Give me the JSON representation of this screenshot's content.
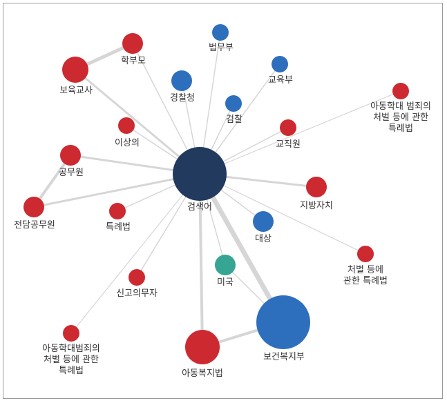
{
  "colors": {
    "center": "#213a5e",
    "red": "#cc2a30",
    "blue": "#2e6fbd",
    "teal": "#36a594",
    "edge": "#d6d6d6",
    "text": "#333333"
  },
  "nodes": [
    {
      "id": "center",
      "label": "검색어",
      "group": "center"
    },
    {
      "id": "hakbumo",
      "label": "학부모",
      "group": "red"
    },
    {
      "id": "boyuk",
      "label": "보육교사",
      "group": "red"
    },
    {
      "id": "beommu",
      "label": "법무부",
      "group": "blue"
    },
    {
      "id": "gyoyuk",
      "label": "교육부",
      "group": "blue"
    },
    {
      "id": "gyeongchal",
      "label": "경찰청",
      "group": "blue"
    },
    {
      "id": "geomchal",
      "label": "검찰",
      "group": "blue"
    },
    {
      "id": "adonghakdae1",
      "label": [
        "아동학대 범죄의",
        "처벌 등에 관한",
        "특례법"
      ],
      "group": "red"
    },
    {
      "id": "isangui",
      "label": "이상의",
      "group": "red"
    },
    {
      "id": "gyojik",
      "label": "교직원",
      "group": "red"
    },
    {
      "id": "gongmu",
      "label": "공무원",
      "group": "red"
    },
    {
      "id": "jeondam",
      "label": "전담공무원",
      "group": "red"
    },
    {
      "id": "teukrye",
      "label": "특례법",
      "group": "red"
    },
    {
      "id": "jibang",
      "label": "지방자치",
      "group": "red"
    },
    {
      "id": "daesang",
      "label": "대상",
      "group": "blue"
    },
    {
      "id": "cheobeol",
      "label": [
        "처벌 등에",
        "관한 특례법"
      ],
      "group": "red"
    },
    {
      "id": "miguk",
      "label": "미국",
      "group": "teal"
    },
    {
      "id": "singo",
      "label": "신고의무자",
      "group": "red"
    },
    {
      "id": "adonghakdae2",
      "label": [
        "아동학대범죄의",
        "처벌 등에 관한",
        "특례법"
      ],
      "group": "red"
    },
    {
      "id": "bokji",
      "label": "아동복지법",
      "group": "red"
    },
    {
      "id": "bogeon",
      "label": "보건복지부",
      "group": "blue"
    }
  ],
  "edges": [
    {
      "from": "center",
      "to": "hakbumo",
      "weight": 1.5
    },
    {
      "from": "center",
      "to": "boyuk",
      "weight": 3
    },
    {
      "from": "center",
      "to": "beommu",
      "weight": 1.5
    },
    {
      "from": "center",
      "to": "gyoyuk",
      "weight": 1.5
    },
    {
      "from": "center",
      "to": "gyeongchal",
      "weight": 1.5
    },
    {
      "from": "center",
      "to": "geomchal",
      "weight": 1.5
    },
    {
      "from": "center",
      "to": "adonghakdae1",
      "weight": 1.2
    },
    {
      "from": "center",
      "to": "isangui",
      "weight": 1.5
    },
    {
      "from": "center",
      "to": "gyojik",
      "weight": 1.5
    },
    {
      "from": "center",
      "to": "gongmu",
      "weight": 3
    },
    {
      "from": "center",
      "to": "jeondam",
      "weight": 3
    },
    {
      "from": "center",
      "to": "teukrye",
      "weight": 1.5
    },
    {
      "from": "center",
      "to": "jibang",
      "weight": 3
    },
    {
      "from": "center",
      "to": "daesang",
      "weight": 1.5
    },
    {
      "from": "center",
      "to": "cheobeol",
      "weight": 1.2
    },
    {
      "from": "center",
      "to": "miguk",
      "weight": 1.5
    },
    {
      "from": "center",
      "to": "singo",
      "weight": 1.5
    },
    {
      "from": "center",
      "to": "adonghakdae2",
      "weight": 1.2
    },
    {
      "from": "center",
      "to": "bokji",
      "weight": 4
    },
    {
      "from": "center",
      "to": "bogeon",
      "weight": 7
    },
    {
      "from": "hakbumo",
      "to": "boyuk",
      "weight": 5
    },
    {
      "from": "gongmu",
      "to": "jeondam",
      "weight": 4
    },
    {
      "from": "bokji",
      "to": "bogeon",
      "weight": 4
    },
    {
      "from": "miguk",
      "to": "bogeon",
      "weight": 1.5
    }
  ]
}
